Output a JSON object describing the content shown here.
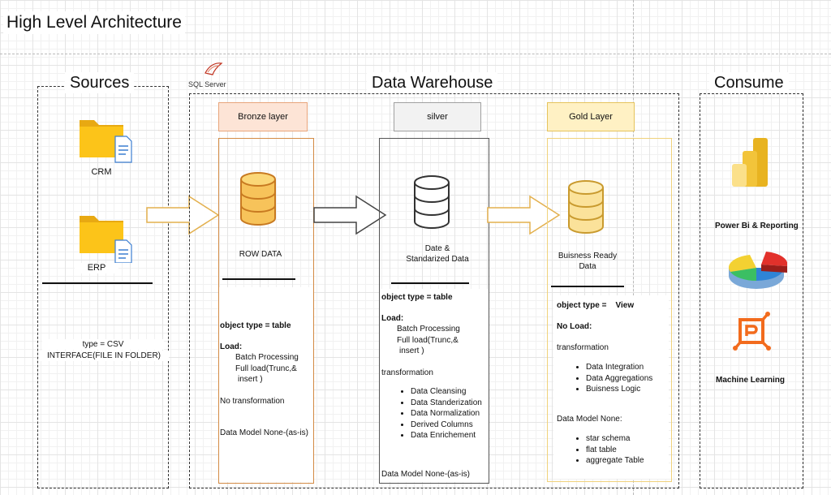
{
  "title": "High Level Architecture",
  "sources": {
    "heading": "Sources",
    "crm_label": "CRM",
    "erp_label": "ERP",
    "type_line": "type = CSV",
    "interface_line": "INTERFACE(FILE IN FOLDER)"
  },
  "warehouse": {
    "heading": "Data Warehouse",
    "sql_server_label": "SQL Server",
    "bronze": {
      "header": "Bronze layer",
      "data_label": "ROW DATA",
      "object_type": "object type = table",
      "load_heading": "Load:",
      "load_items": [
        "Batch Processing",
        "Full load(Trunc,&",
        "insert )"
      ],
      "transformation": "No transformation",
      "data_model": "Data Model None-(as-is)"
    },
    "silver": {
      "header": "silver",
      "data_label_line1": "Date &",
      "data_label_line2": "Standarized Data",
      "object_type": "object type = table",
      "load_heading": "Load:",
      "load_items": [
        "Batch Processing",
        "Full load(Trunc,&",
        "insert )"
      ],
      "transformation_heading": "transformation",
      "transformation_items": [
        "Data Cleansing",
        "Data Standerization",
        "Data Normalization",
        "Derived Columns",
        "Data Enrichement"
      ],
      "data_model": "Data Model None-(as-is)"
    },
    "gold": {
      "header": "Gold Layer",
      "data_label_line1": "Buisness Ready",
      "data_label_line2": "Data",
      "object_type": "object type =    View",
      "load_heading": "No Load:",
      "transformation_heading": "transformation",
      "transformation_items": [
        "Data Integration",
        "Data Aggregations",
        "Buisness Logic"
      ],
      "data_model_heading": "Data Model None:",
      "data_model_items": [
        "star schema",
        "flat table",
        "aggregate Table"
      ]
    }
  },
  "consume": {
    "heading": "Consume",
    "powerbi_label": "Power Bi & Reporting",
    "ml_label": "Machine Learning"
  },
  "colors": {
    "bronze_border": "#d38b45",
    "bronze_fill": "#fde4d6",
    "silver_fill": "#f2f2f2",
    "gold_border": "#f0d27c",
    "gold_fill": "#fff1c4",
    "db_bronze": "#f7c35a",
    "db_gold": "#fbe29a",
    "ml_orange": "#f26b1d"
  },
  "icons": [
    "folder-icon",
    "document-icon",
    "database-icon",
    "arrow-right-icon",
    "power-bi-icon",
    "pie-chart-icon",
    "ml-icon",
    "sql-server-icon"
  ]
}
